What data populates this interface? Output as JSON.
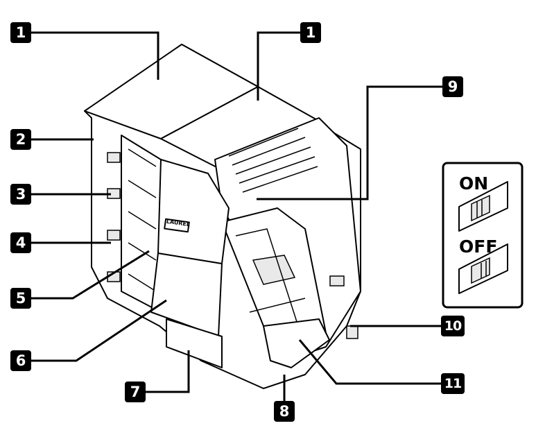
{
  "callouts": {
    "c1a": "1",
    "c1b": "1",
    "c2": "2",
    "c3": "3",
    "c4": "4",
    "c5": "5",
    "c6": "6",
    "c7": "7",
    "c8": "8",
    "c9": "9",
    "c10": "10",
    "c11": "11"
  },
  "brand_label": "LAUREL",
  "power_switch": {
    "on_label": "ON",
    "off_label": "OFF"
  }
}
